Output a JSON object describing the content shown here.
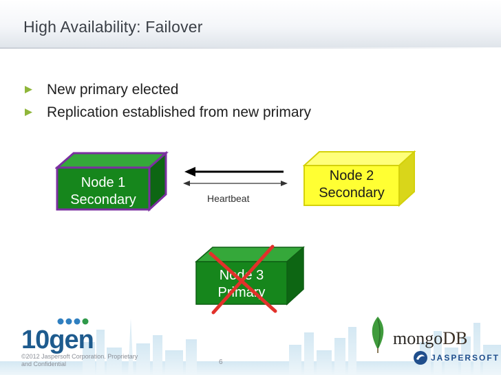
{
  "slide": {
    "title": "High Availability: Failover",
    "bullets": [
      "New primary elected",
      "Replication established from new primary"
    ]
  },
  "nodes": {
    "node1": {
      "name": "Node 1",
      "role": "Secondary",
      "face_color": "#16861c",
      "border_color": "#7b2fa0"
    },
    "node2": {
      "name": "Node 2",
      "role": "Secondary",
      "face_color": "#ffff33",
      "border_color": "#d4d10a"
    },
    "node3": {
      "name": "Node 3",
      "role": "Primary",
      "face_color": "#16861c",
      "status": "failed"
    }
  },
  "heartbeat": {
    "label": "Heartbeat"
  },
  "footer": {
    "copyright": "©2012 Jaspersoft Corporation. Proprietary and Confidential",
    "page_number": "6",
    "logos": {
      "tengen": "10gen",
      "mongo_prefix": "mongo",
      "mongo_suffix": "DB",
      "jaspersoft": "JASPERSOFT"
    }
  },
  "colors": {
    "accent_green": "#8fb63a",
    "cross_red": "#e2312b",
    "tengen_blue": "#1e5b8e",
    "tengen_dots": "#2f7fc0",
    "title_gray": "#3a3f46"
  }
}
